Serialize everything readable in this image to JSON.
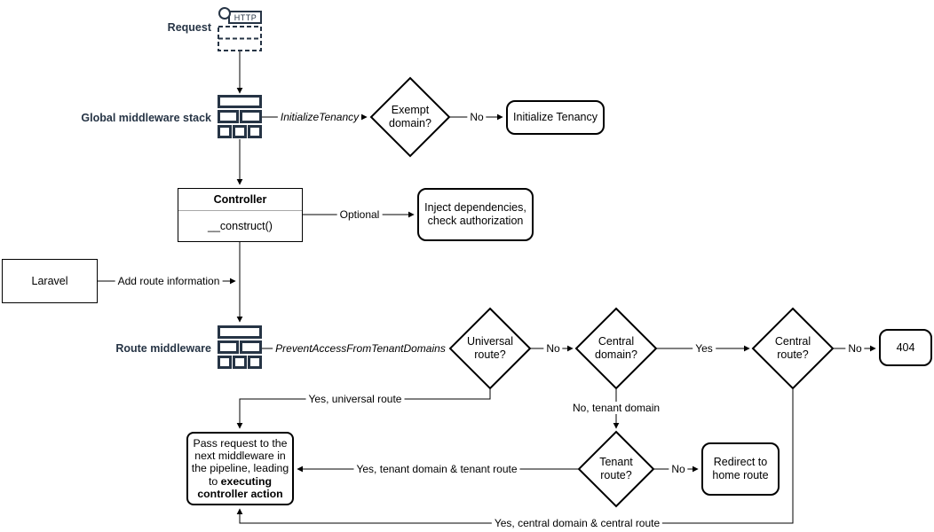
{
  "colors": {
    "navy": "#263445",
    "line": "#000000",
    "background": "#ffffff"
  },
  "labels": {
    "request": "Request",
    "global_middleware": "Global middleware stack",
    "route_middleware": "Route middleware"
  },
  "icons": {
    "http_badge": "HTTP"
  },
  "nodes": {
    "exempt_domain": "Exempt domain?",
    "initialize_tenancy": "Initialize Tenancy",
    "controller_title": "Controller",
    "controller_method": "__construct()",
    "inject_dependencies": "Inject dependencies, check authorization",
    "laravel": "Laravel",
    "universal_route": "Universal route?",
    "central_domain": "Central domain?",
    "central_route": "Central route?",
    "not_found": "404",
    "tenant_route": "Tenant route?",
    "redirect_home": "Redirect to home route",
    "pass_request_text": "Pass request to the next middleware in the pipeline, leading to ",
    "pass_request_bold": "executing controller action"
  },
  "edges": {
    "initialize_tenancy_middleware": "InitializeTenancy",
    "exempt_no": "No",
    "optional": "Optional",
    "add_route_information": "Add route information",
    "prevent_access": "PreventAccessFromTenantDomains",
    "universal_no": "No",
    "central_domain_yes": "Yes",
    "central_route_no": "No",
    "yes_universal_route": "Yes, universal route",
    "no_tenant_domain": "No, tenant domain",
    "tenant_no": "No",
    "yes_tenant": "Yes, tenant domain & tenant route",
    "yes_central": "Yes, central domain & central route"
  }
}
